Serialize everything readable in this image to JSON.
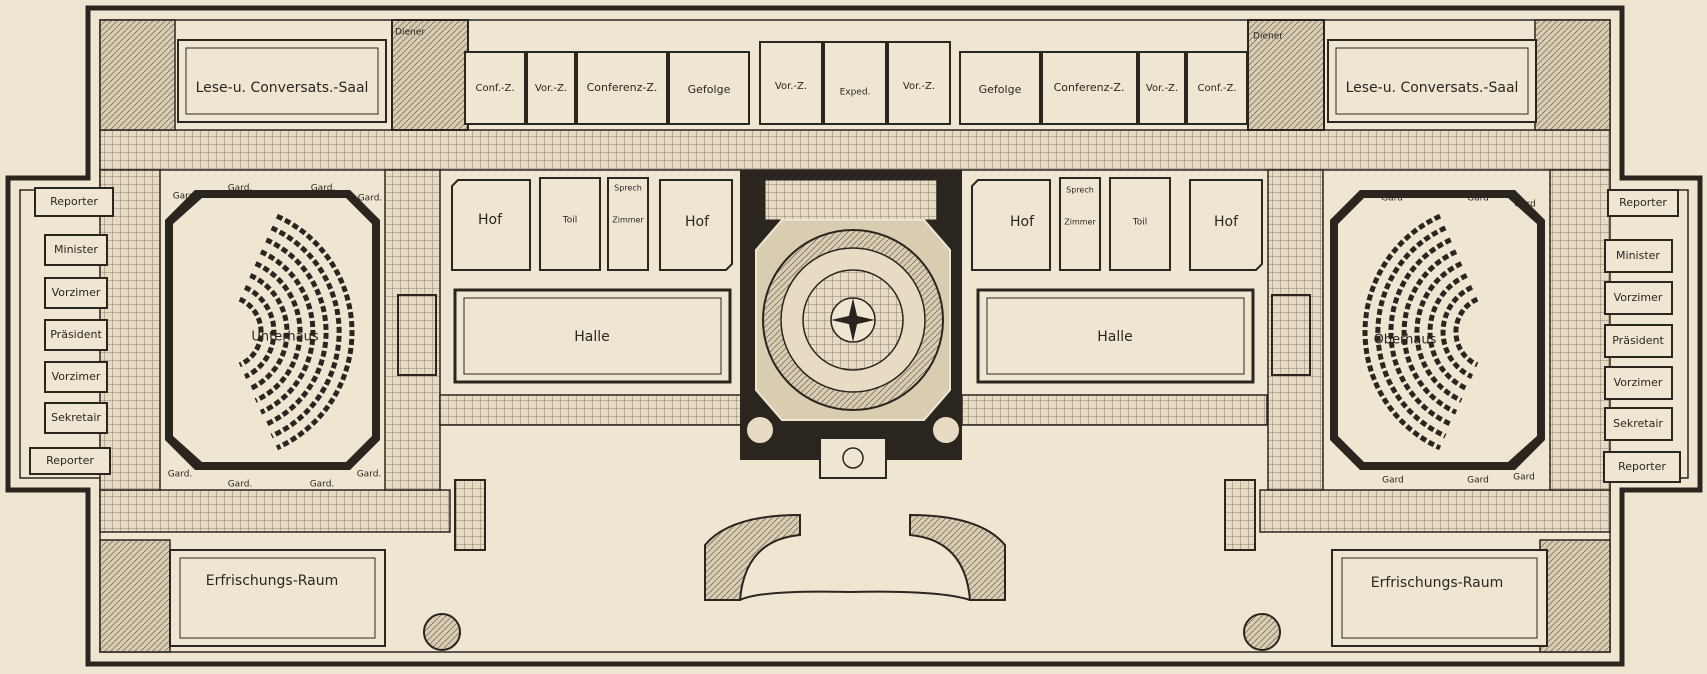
{
  "colors": {
    "paper": "#efe6d2",
    "ink": "#2b2520",
    "hatch": "#6e655a"
  },
  "rooms": {
    "lese_left": "Lese-u. Conversats.-Saal",
    "lese_right": "Lese-u. Conversats.-Saal",
    "conf_z_left": "Conf.-Z.",
    "vor_z_1": "Vor.-Z.",
    "conferenz_left": "Conferenz-Z.",
    "gefolge_left": "Gefolge",
    "vor_z_2": "Vor.-Z.",
    "exped": "Exped.",
    "vor_z_3": "Vor.-Z.",
    "gefolge_right": "Gefolge",
    "conferenz_right": "Conferenz-Z.",
    "vor_z_4": "Vor.-Z.",
    "conf_z_right": "Conf.-Z.",
    "diener_left": "Diener",
    "diener_right": "Diener",
    "hof_1": "Hof",
    "hof_2": "Hof",
    "hof_3": "Hof",
    "hof_4": "Hof",
    "toil_left": "Toil",
    "toil_right": "Toil",
    "sprech_left": "Sprech",
    "sprech_right": "Sprech",
    "zimmer_left": "Zimmer",
    "zimmer_right": "Zimmer",
    "halle_left": "Halle",
    "halle_right": "Halle",
    "unterhaus": "Unterhaus",
    "oberhaus": "Oberhaus",
    "erfrischung_left": "Erfrischungs-Raum",
    "erfrischung_right": "Erfrischungs-Raum"
  },
  "left_wing": {
    "reporter_top": "Reporter",
    "minister": "Minister",
    "vorzimmer_1": "Vorzimer",
    "praesident": "Präsident",
    "vorzimmer_2": "Vorzimer",
    "sekretair": "Sekretair",
    "reporter_bottom": "Reporter"
  },
  "right_wing": {
    "reporter_top": "Reporter",
    "minister": "Minister",
    "vorzimmer_1": "Vorzimer",
    "praesident": "Präsident",
    "vorzimmer_2": "Vorzimer",
    "sekretair": "Sekretair",
    "reporter_bottom": "Reporter"
  },
  "gard": {
    "l1": "Gard.",
    "l2": "Gard.",
    "l3": "Gard.",
    "l4": "Gard.",
    "l5": "Gard.",
    "l6": "Gard.",
    "l7": "Gard.",
    "l8": "Gard.",
    "r1": "Gard",
    "r2": "Gard",
    "r3": "Gard",
    "r4": "Gard",
    "r5": "Gard",
    "r6": "Gard"
  }
}
